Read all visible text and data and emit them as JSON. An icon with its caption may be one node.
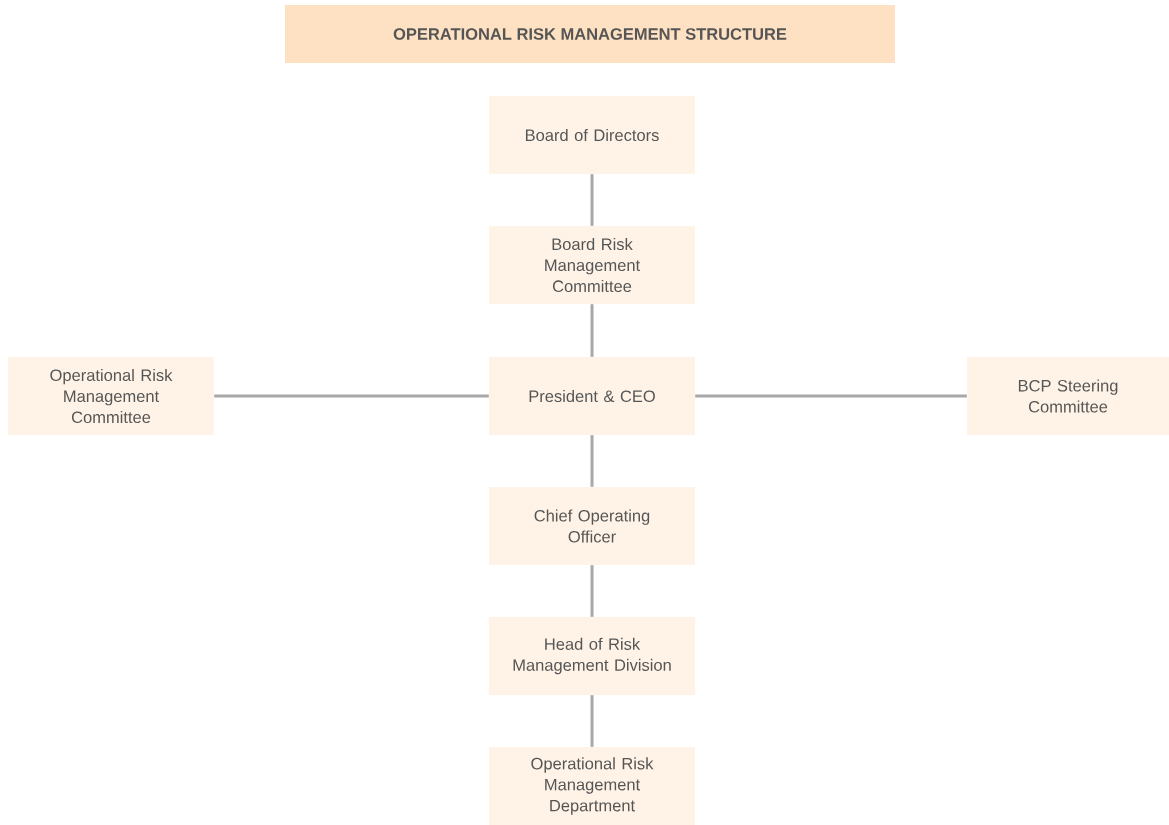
{
  "diagram": {
    "title": "OPERATIONAL RISK MANAGEMENT STRUCTURE",
    "nodes": [
      {
        "text": [
          "Board of Directors"
        ]
      },
      {
        "text": [
          "Board Risk Management Committee"
        ]
      },
      {
        "text": [
          "Operational Risk Management Committee"
        ]
      },
      {
        "text": [
          "President & CEO"
        ]
      },
      {
        "text": [
          "BCP Steering Committee"
        ]
      },
      {
        "text": [
          "Chief Operating Officer"
        ]
      },
      {
        "text": [
          "Head of Risk Management Division"
        ]
      },
      {
        "text": [
          "Operational Risk Management Department"
        ]
      }
    ],
    "edges": [
      {
        "from": 0,
        "to": 1,
        "arrow": "none"
      },
      {
        "from": 1,
        "to": 3,
        "arrow": "none"
      },
      {
        "from": 3,
        "to": 2,
        "arrow": "none"
      },
      {
        "from": 3,
        "to": 4,
        "arrow": "none"
      },
      {
        "from": 3,
        "to": 5,
        "arrow": "none"
      },
      {
        "from": 5,
        "to": 6,
        "arrow": "none"
      },
      {
        "from": 6,
        "to": 7,
        "arrow": "none"
      }
    ]
  }
}
